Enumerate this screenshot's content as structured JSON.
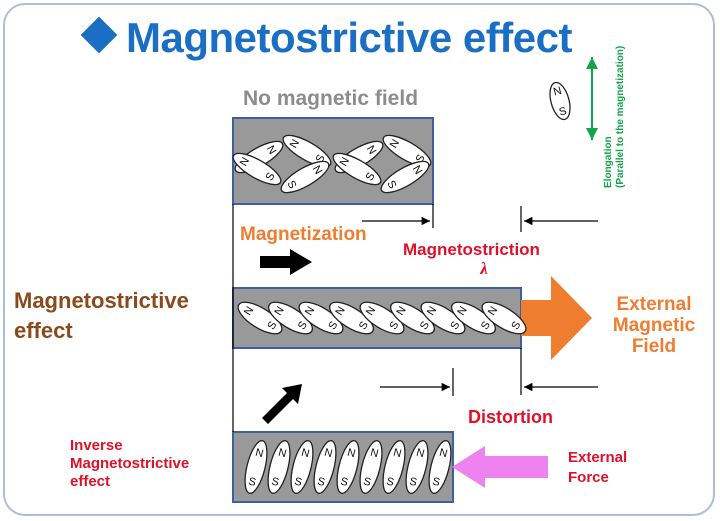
{
  "title": "Magnetostrictive effect",
  "labels": {
    "no_field": "No magnetic field",
    "magnetization": "Magnetization",
    "magnetostriction": "Magnetostriction",
    "lambda": "λ",
    "effect_line1": "Magnetostrictive",
    "effect_line2": "effect",
    "external_field_line1": "External",
    "external_field_line2": "Magnetic",
    "external_field_line3": "Field",
    "distortion": "Distortion",
    "inverse_line1": "Inverse",
    "inverse_line2": "Magnetostrictive",
    "inverse_line3": "effect",
    "external_force_line1": "External",
    "external_force_line2": "Force",
    "elongation_line1": "Elongation",
    "elongation_line2": "(Parallel to the magnetization)"
  },
  "pole_labels": {
    "north": "N",
    "south": "S"
  },
  "colors": {
    "title": "#1a6fc4",
    "bar_fill": "#999999",
    "bar_border": "#3f5fa5",
    "orange": "#ef7d2f",
    "red": "#e0102a",
    "brown": "#8a4a1c",
    "green": "#12a64a",
    "magenta": "#ee82ee",
    "gray_text": "#8c8c8c"
  }
}
